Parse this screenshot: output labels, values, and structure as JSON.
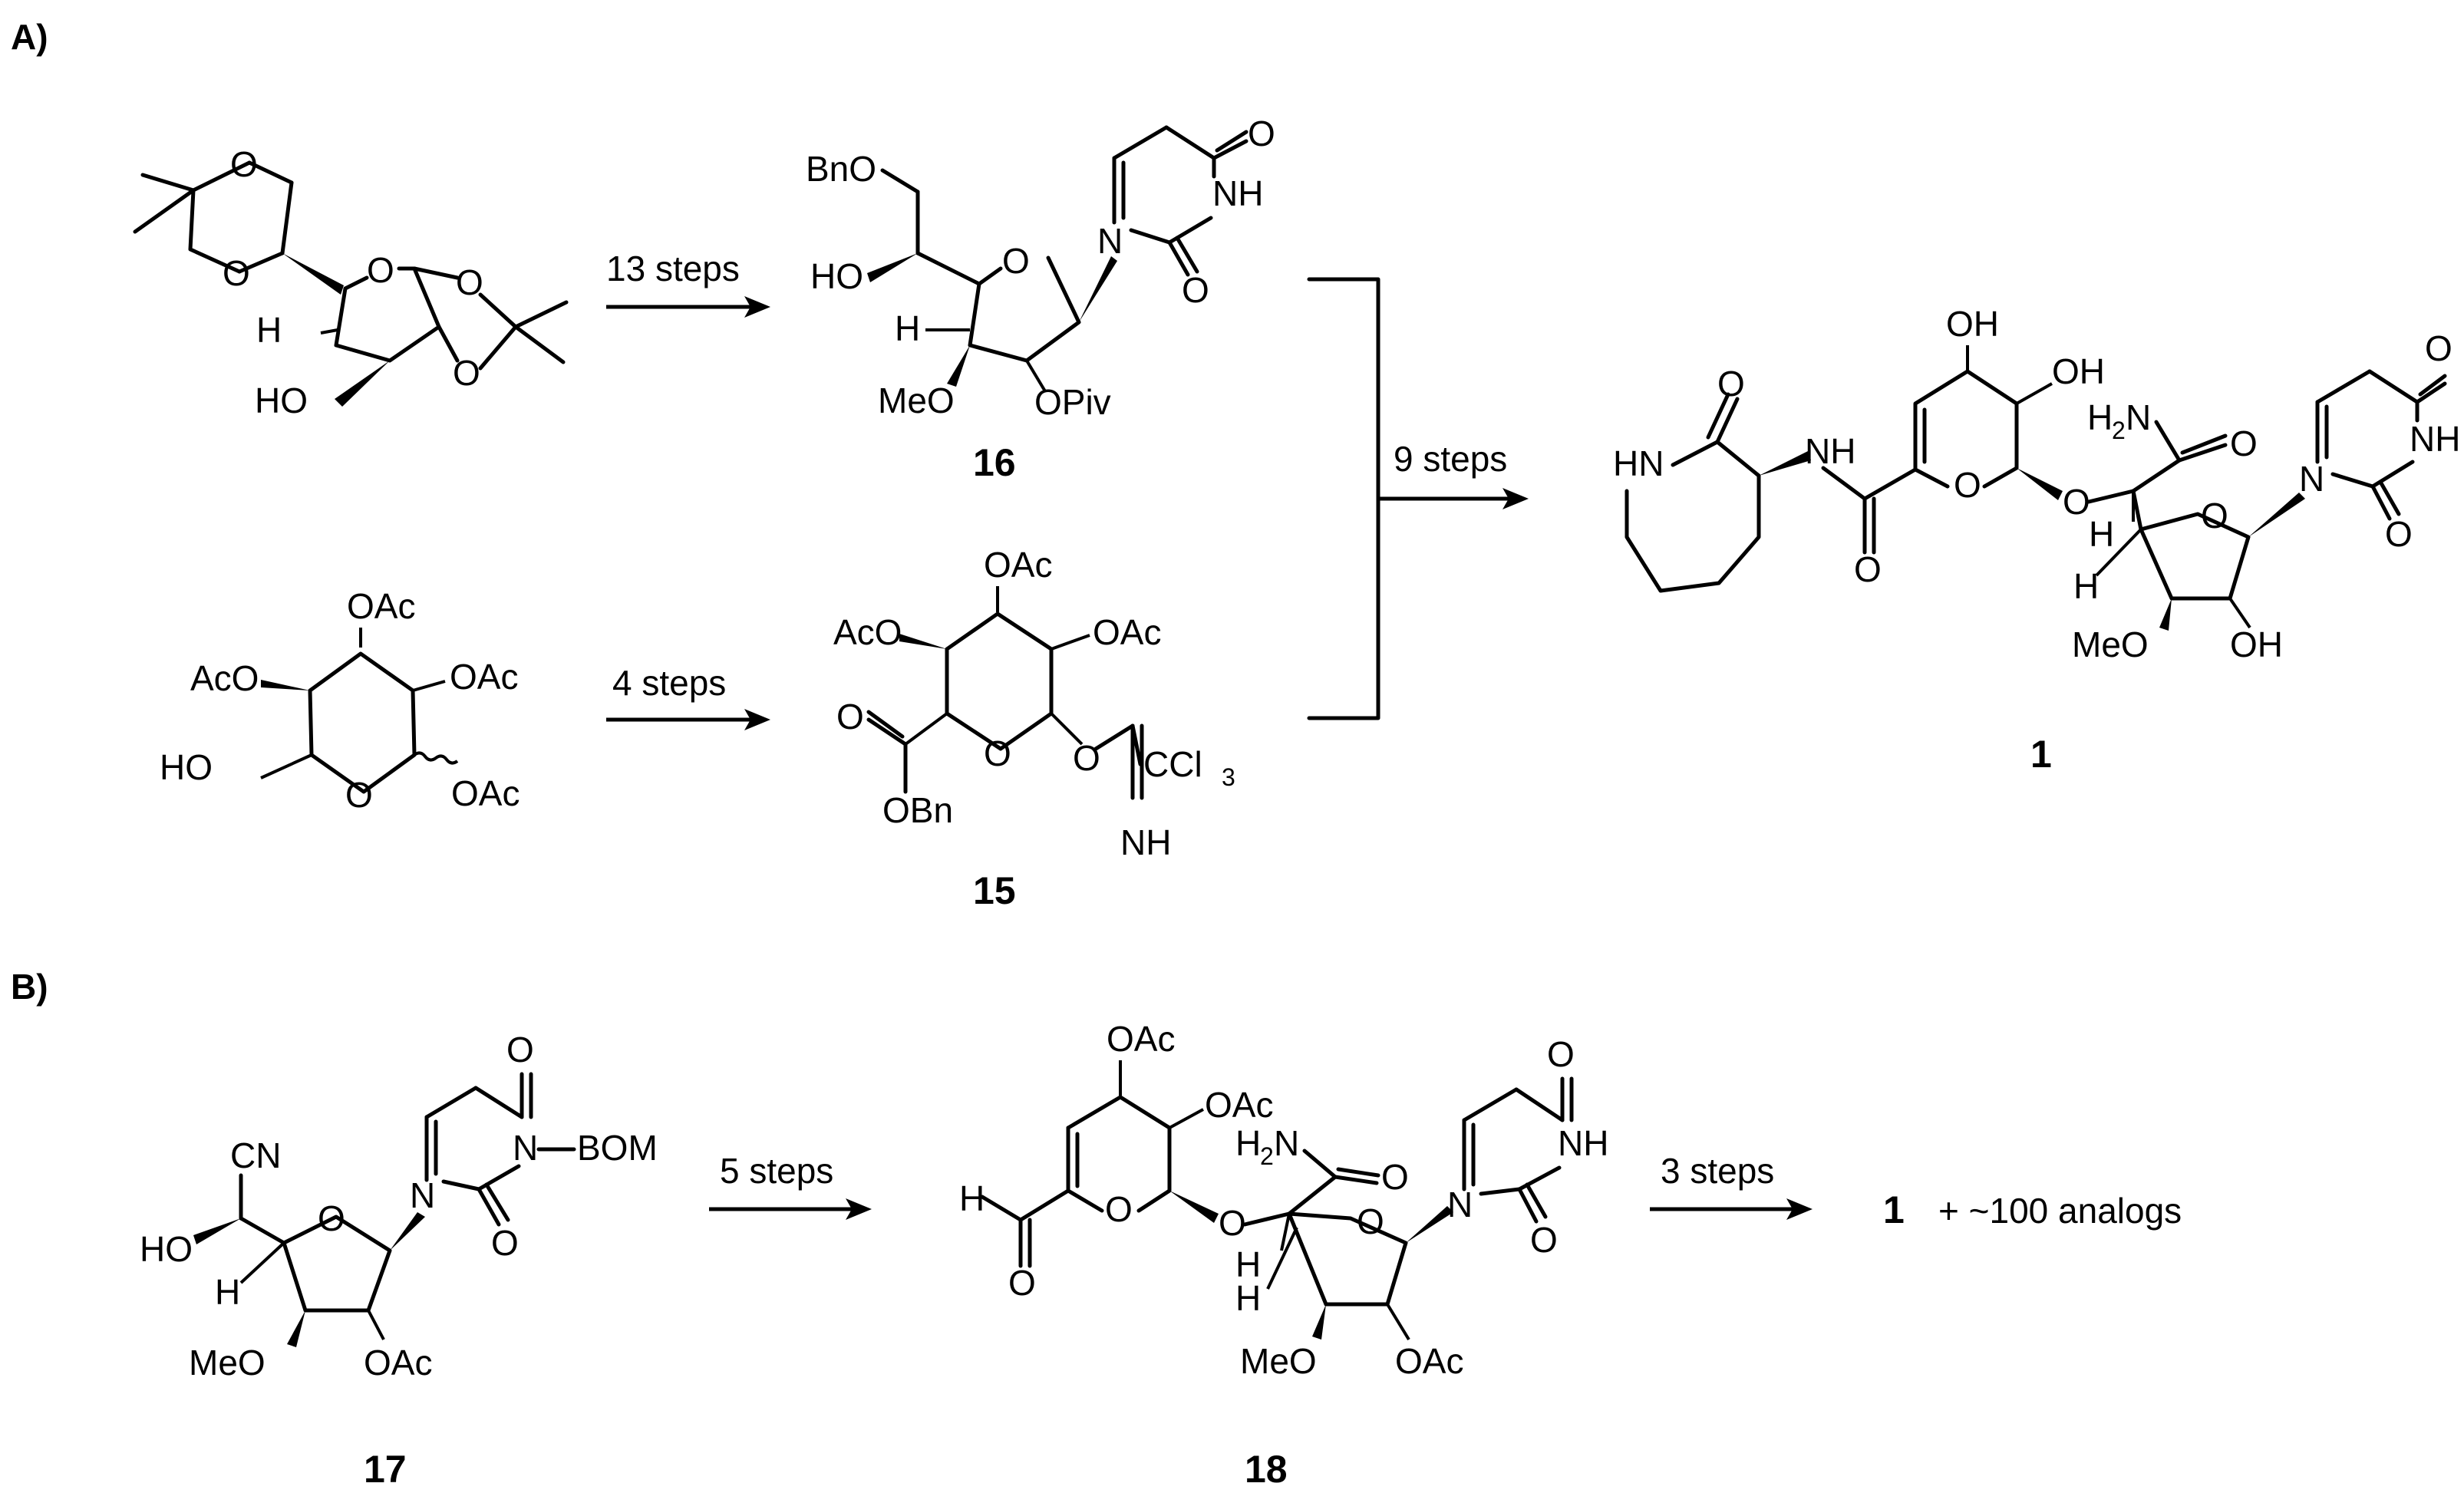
{
  "panels": {
    "a": "A)",
    "b": "B)"
  },
  "conditions": {
    "c13": "13 steps",
    "c4": "4 steps",
    "c9": "9 steps",
    "c5": "5 steps",
    "c3": "3 steps"
  },
  "compounds": {
    "c16": "16",
    "c15": "15",
    "c1": "1",
    "c17": "17",
    "c18": "18",
    "c1b": "1",
    "analogs": "+ ~100 analogs"
  },
  "atoms": {
    "O": "O",
    "H": "H",
    "N": "N",
    "HO": "HO",
    "OH": "OH",
    "NH": "NH",
    "HN": "HN",
    "MeO": "MeO",
    "BnO": "BnO",
    "OBn": "OBn",
    "OPiv": "OPiv",
    "OAc": "OAc",
    "AcO": "AcO",
    "CCl3": "CCl",
    "CCl3_sub": "3",
    "H2N": "H",
    "H2N_sub": "2",
    "H2N_tail": "N",
    "CN": "CN",
    "BOM": "BOM"
  }
}
